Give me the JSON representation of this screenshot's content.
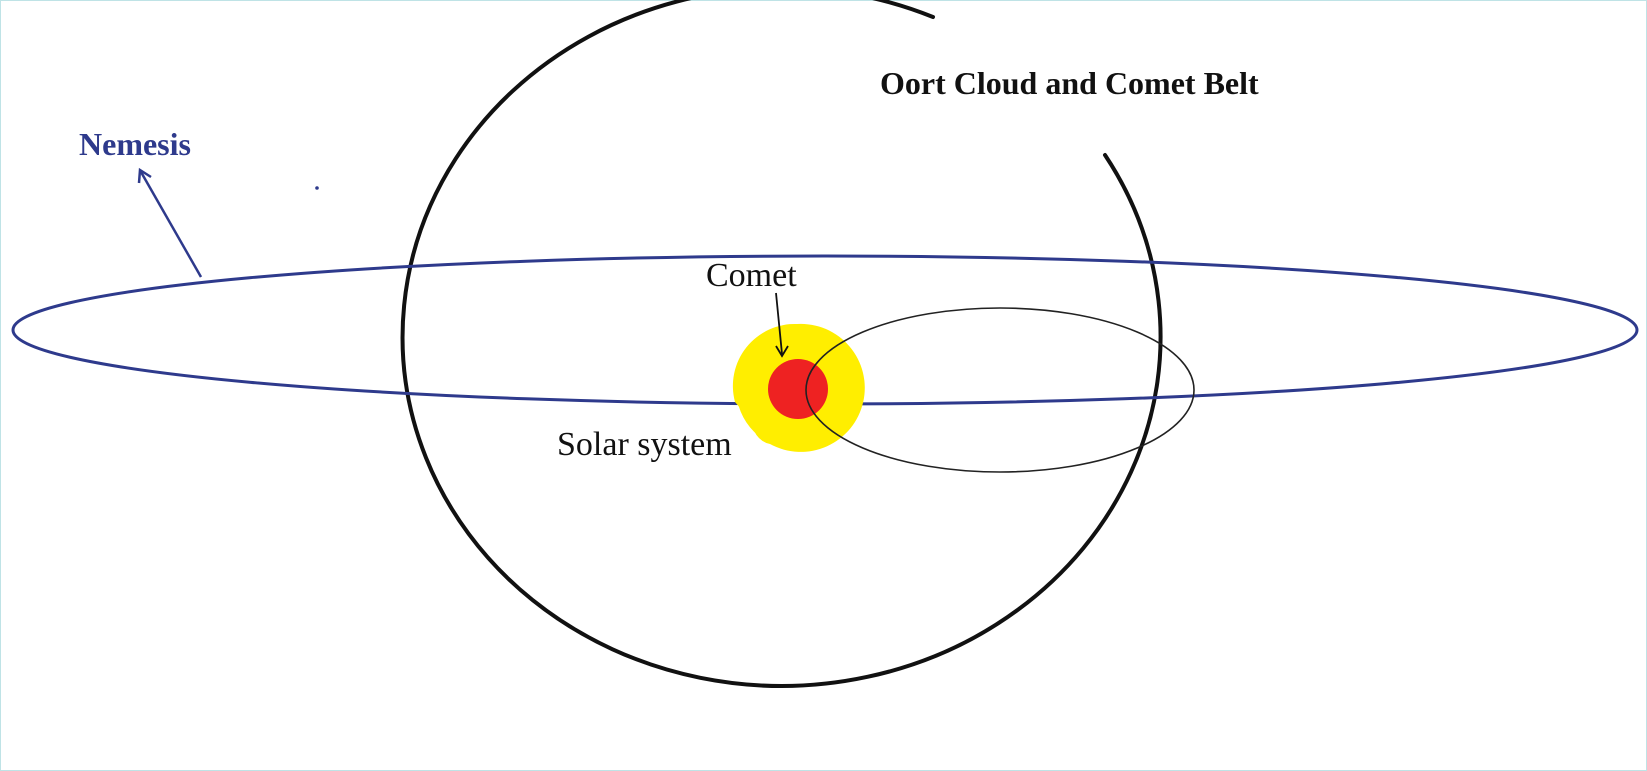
{
  "labels": {
    "oort": "Oort Cloud and Comet Belt",
    "nemesis": "Nemesis",
    "comet": "Comet",
    "solar_system": "Solar system"
  },
  "colors": {
    "oort_ring": "#111111",
    "nemesis_orbit": "#2e3a8c",
    "nemesis_text": "#2e3a8c",
    "comet_orbit": "#222222",
    "sun_glow": "#ffee00",
    "sun_core": "#ee2222",
    "frame_border": "#bfe3e6"
  }
}
